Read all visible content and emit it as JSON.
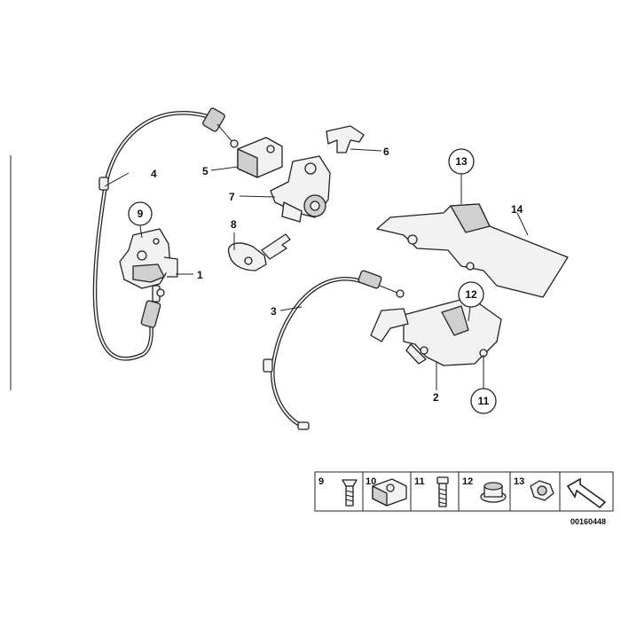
{
  "callouts": [
    {
      "id": "1",
      "label": "1"
    },
    {
      "id": "2",
      "label": "2"
    },
    {
      "id": "3",
      "label": "3"
    },
    {
      "id": "4",
      "label": "4"
    },
    {
      "id": "5",
      "label": "5"
    },
    {
      "id": "6",
      "label": "6"
    },
    {
      "id": "7",
      "label": "7"
    },
    {
      "id": "8",
      "label": "8"
    },
    {
      "id": "14",
      "label": "14"
    }
  ],
  "ring_callouts": [
    {
      "id": "9",
      "label": "9"
    },
    {
      "id": "11",
      "label": "11"
    },
    {
      "id": "12",
      "label": "12"
    },
    {
      "id": "13",
      "label": "13"
    }
  ],
  "legend": {
    "items": [
      {
        "label": "9",
        "icon": "flat-head-screw-icon"
      },
      {
        "label": "10",
        "icon": "cage-nut-icon"
      },
      {
        "label": "11",
        "icon": "hex-bolt-icon"
      },
      {
        "label": "12",
        "icon": "collar-nut-icon"
      },
      {
        "label": "13",
        "icon": "hex-nut-icon"
      }
    ],
    "arrow_icon": "direction-arrow-icon"
  },
  "diagram_code": "00160448"
}
